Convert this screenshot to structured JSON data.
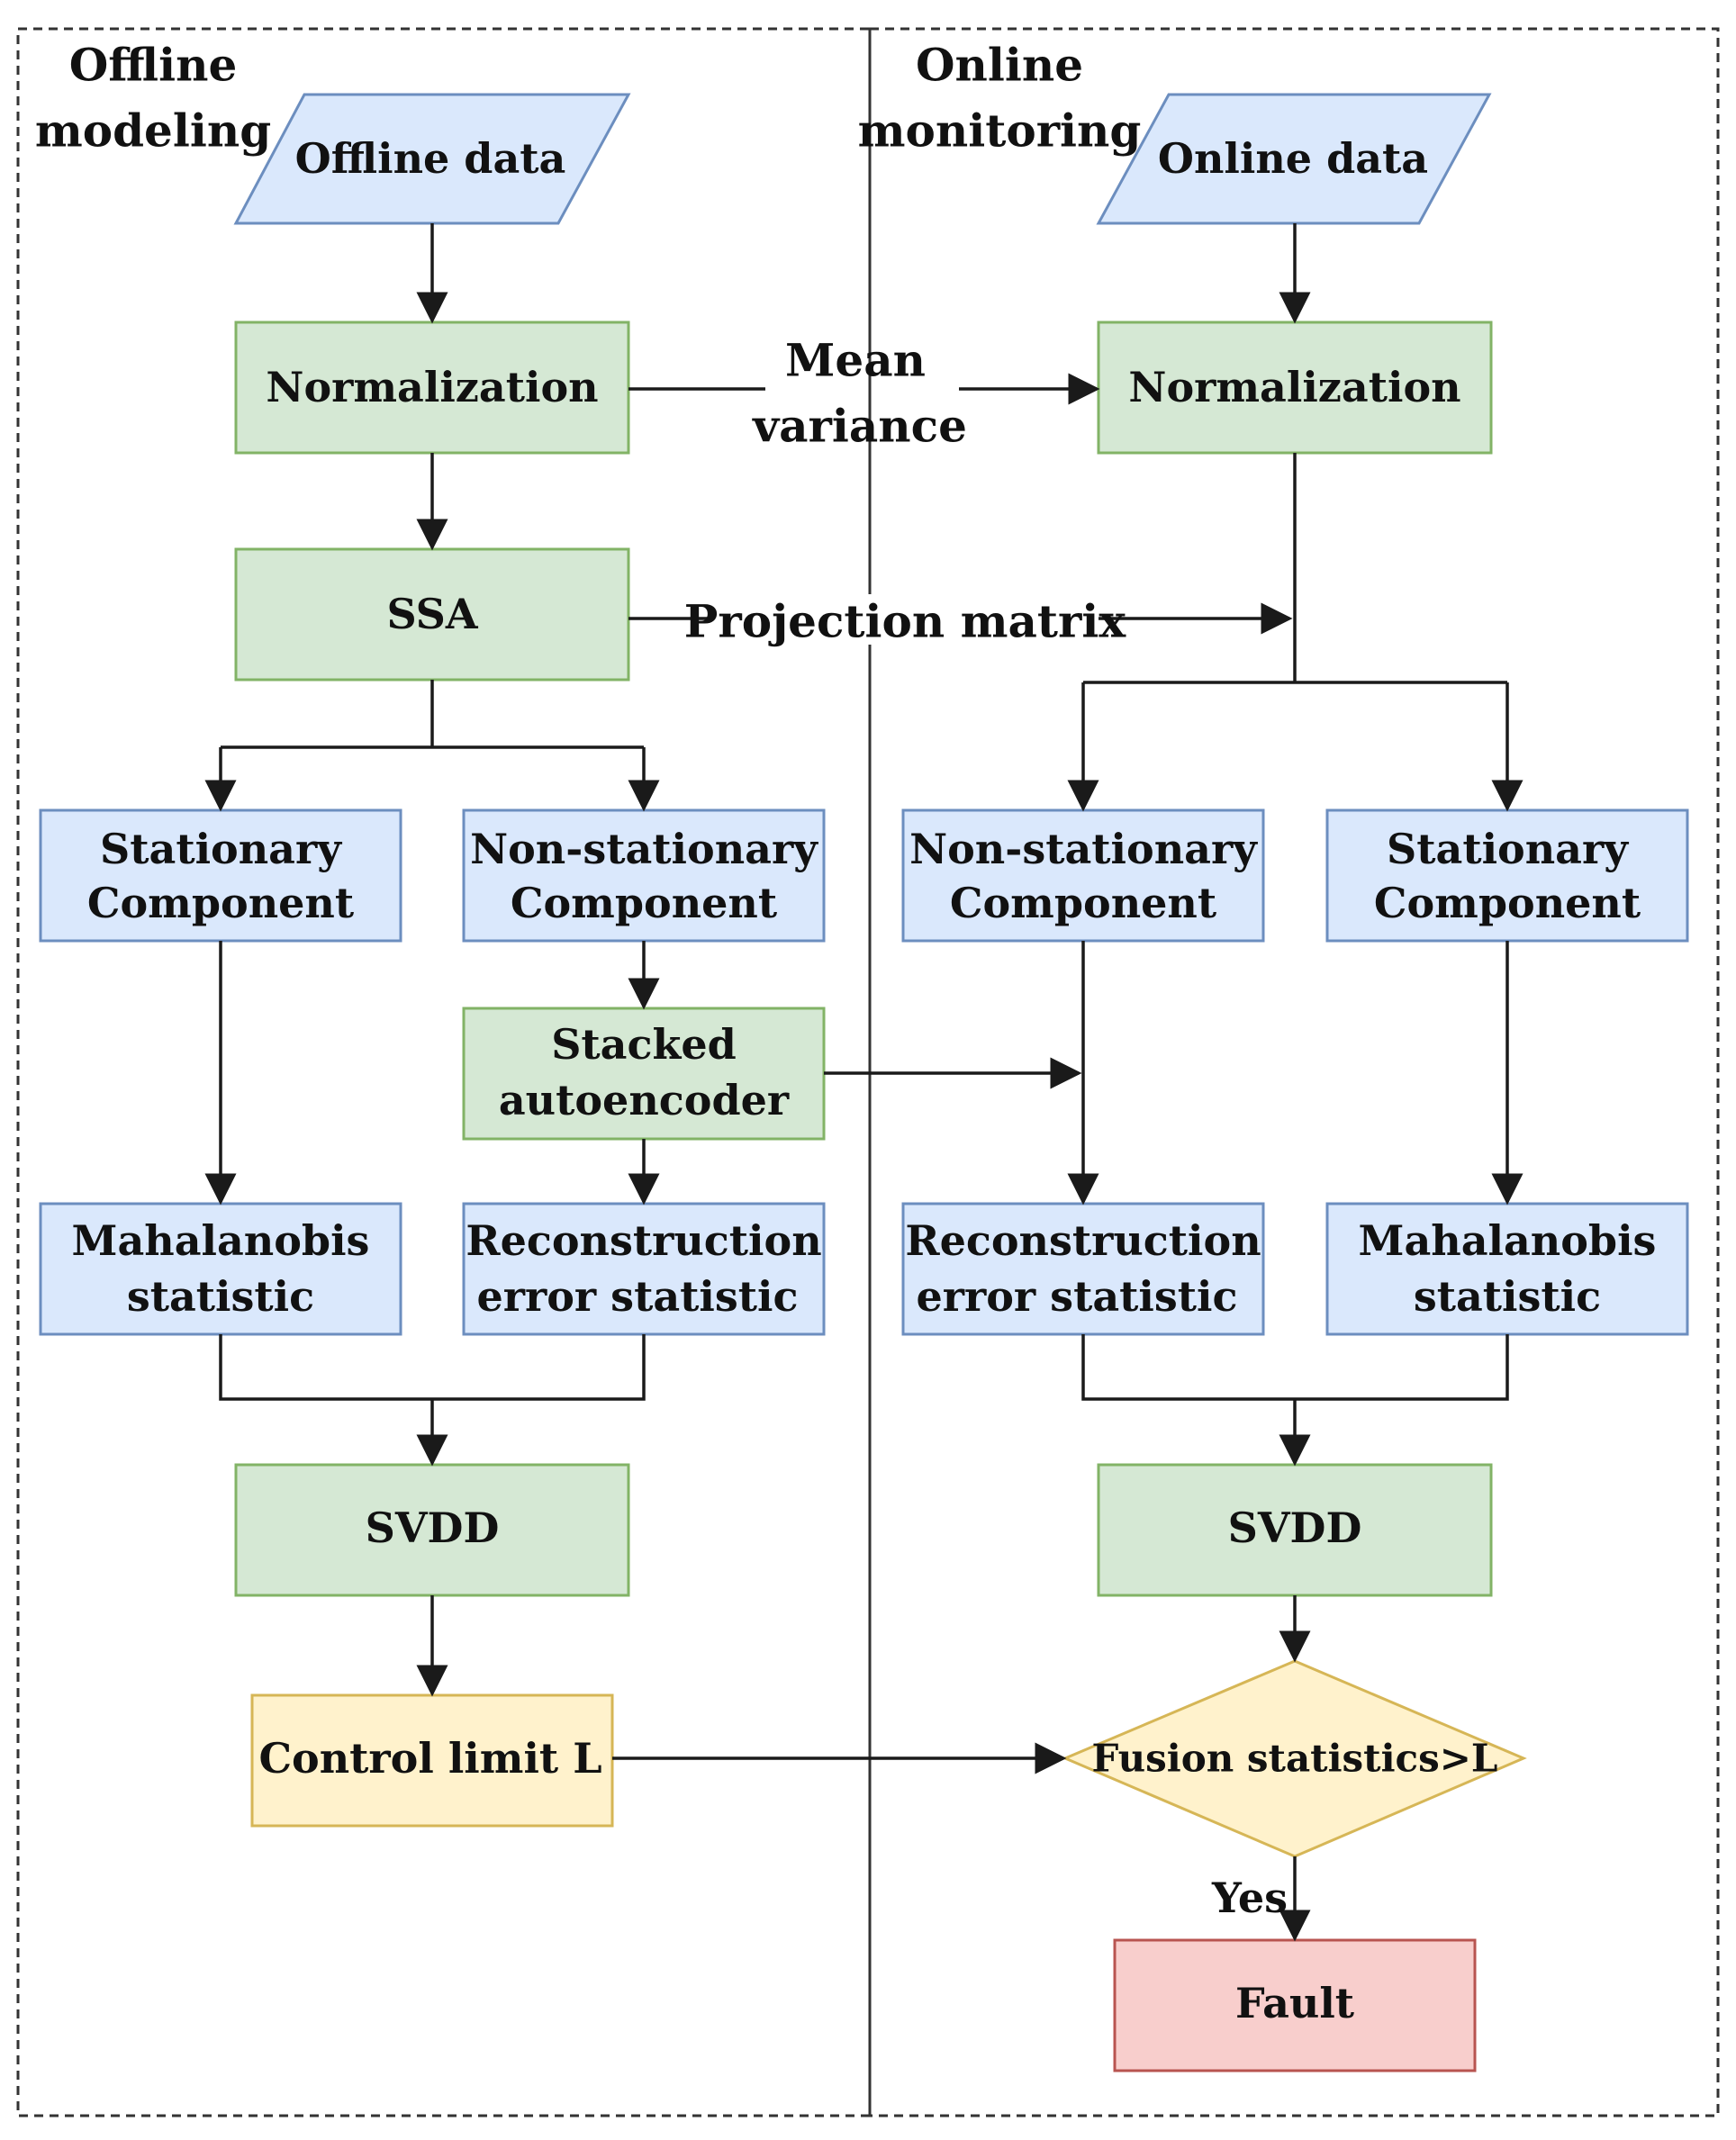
{
  "colors": {
    "blue_fill": "#dae8fc",
    "blue_stroke": "#6c8ebf",
    "green_fill": "#d5e8d4",
    "green_stroke": "#82b366",
    "yellow_fill": "#fff2cc",
    "yellow_stroke": "#d6b656",
    "red_fill": "#f8cecc",
    "red_stroke": "#b85450"
  },
  "sections": {
    "offline": [
      "Offline",
      "modeling"
    ],
    "online": [
      "Online",
      "monitoring"
    ]
  },
  "offline": {
    "data": "Offline data",
    "normalization": "Normalization",
    "ssa": "SSA",
    "stationary": [
      "Stationary",
      "Component"
    ],
    "nonstationary": [
      "Non-stationary",
      "Component"
    ],
    "autoencoder": [
      "Stacked",
      "autoencoder"
    ],
    "mahalanobis": [
      "Mahalanobis",
      "statistic"
    ],
    "reconstruction": [
      "Reconstruction",
      "error statistic"
    ],
    "svdd": "SVDD",
    "control_limit": "Control limit L"
  },
  "online": {
    "data": "Online data",
    "normalization": "Normalization",
    "nonstationary": [
      "Non-stationary",
      "Component"
    ],
    "stationary": [
      "Stationary",
      "Component"
    ],
    "reconstruction": [
      "Reconstruction",
      "error statistic"
    ],
    "mahalanobis": [
      "Mahalanobis",
      "statistic"
    ],
    "svdd": "SVDD",
    "decision": "Fusion statistics>L",
    "yes": "Yes",
    "fault": "Fault"
  },
  "links": {
    "mean_variance": [
      "Mean",
      "variance"
    ],
    "projection_matrix": "Projection matrix"
  }
}
